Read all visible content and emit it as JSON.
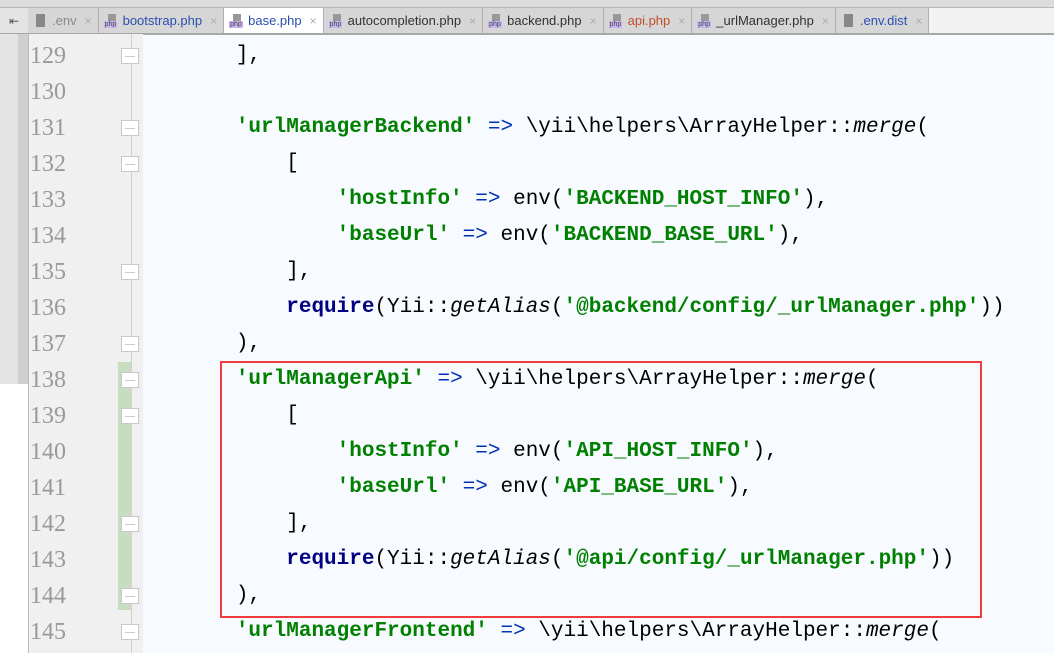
{
  "tabs": [
    {
      "label": ".env",
      "icon": "text-file-icon",
      "color": "#888888"
    },
    {
      "label": "bootstrap.php",
      "icon": "php-file-icon",
      "color": "#2a4fb0"
    },
    {
      "label": "base.php",
      "icon": "php-file-icon",
      "color": "#2a4fb0",
      "active": true
    },
    {
      "label": "autocompletion.php",
      "icon": "php-file-icon",
      "color": "#333333"
    },
    {
      "label": "backend.php",
      "icon": "php-file-icon",
      "color": "#333333"
    },
    {
      "label": "api.php",
      "icon": "php-file-icon",
      "color": "#c0502a"
    },
    {
      "label": "_urlManager.php",
      "icon": "php-file-icon",
      "color": "#333333"
    },
    {
      "label": ".env.dist",
      "icon": "text-file-icon",
      "color": "#2a4fb0"
    }
  ],
  "close_glyph": "×",
  "pin_glyph": "⇤",
  "lines": [
    {
      "n": "129",
      "fold": true,
      "t": [
        [
          "        ],",
          "p"
        ]
      ]
    },
    {
      "n": "130",
      "fold": false,
      "t": []
    },
    {
      "n": "131",
      "fold": true,
      "t": [
        [
          "        ",
          "p"
        ],
        [
          "'urlManagerBackend'",
          "s"
        ],
        [
          " => ",
          "o"
        ],
        [
          "\\yii\\helpers\\ArrayHelper::",
          "p"
        ],
        [
          "merge",
          "i"
        ],
        [
          "(",
          "p"
        ]
      ]
    },
    {
      "n": "132",
      "fold": true,
      "t": [
        [
          "            [",
          "p"
        ]
      ]
    },
    {
      "n": "133",
      "fold": false,
      "t": [
        [
          "                ",
          "p"
        ],
        [
          "'hostInfo'",
          "s"
        ],
        [
          " => ",
          "o"
        ],
        [
          "env(",
          "p"
        ],
        [
          "'BACKEND_HOST_INFO'",
          "s"
        ],
        [
          "),",
          "p"
        ]
      ]
    },
    {
      "n": "134",
      "fold": false,
      "t": [
        [
          "                ",
          "p"
        ],
        [
          "'baseUrl'",
          "s"
        ],
        [
          " => ",
          "o"
        ],
        [
          "env(",
          "p"
        ],
        [
          "'BACKEND_BASE_URL'",
          "s"
        ],
        [
          "),",
          "p"
        ]
      ]
    },
    {
      "n": "135",
      "fold": true,
      "t": [
        [
          "            ],",
          "p"
        ]
      ]
    },
    {
      "n": "136",
      "fold": false,
      "t": [
        [
          "            ",
          "p"
        ],
        [
          "require",
          "k"
        ],
        [
          "(Yii::",
          "p"
        ],
        [
          "getAlias",
          "i"
        ],
        [
          "(",
          "p"
        ],
        [
          "'@backend/config/_urlManager.php'",
          "s"
        ],
        [
          "))",
          "p"
        ]
      ]
    },
    {
      "n": "137",
      "fold": true,
      "t": [
        [
          "        ),",
          "p"
        ]
      ]
    },
    {
      "n": "138",
      "fold": true,
      "t": [
        [
          "        ",
          "p"
        ],
        [
          "'urlManagerApi'",
          "s"
        ],
        [
          " => ",
          "o"
        ],
        [
          "\\yii\\helpers\\ArrayHelper::",
          "p"
        ],
        [
          "merge",
          "i"
        ],
        [
          "(",
          "p"
        ]
      ]
    },
    {
      "n": "139",
      "fold": true,
      "t": [
        [
          "            [",
          "p"
        ]
      ]
    },
    {
      "n": "140",
      "fold": false,
      "t": [
        [
          "                ",
          "p"
        ],
        [
          "'hostInfo'",
          "s"
        ],
        [
          " => ",
          "o"
        ],
        [
          "env(",
          "p"
        ],
        [
          "'API_HOST_INFO'",
          "s"
        ],
        [
          "),",
          "p"
        ]
      ]
    },
    {
      "n": "141",
      "fold": false,
      "t": [
        [
          "                ",
          "p"
        ],
        [
          "'baseUrl'",
          "s"
        ],
        [
          " => ",
          "o"
        ],
        [
          "env(",
          "p"
        ],
        [
          "'API_BASE_URL'",
          "s"
        ],
        [
          "),",
          "p"
        ]
      ]
    },
    {
      "n": "142",
      "fold": true,
      "t": [
        [
          "            ],",
          "p"
        ]
      ]
    },
    {
      "n": "143",
      "fold": false,
      "t": [
        [
          "            ",
          "p"
        ],
        [
          "require",
          "k"
        ],
        [
          "(Yii::",
          "p"
        ],
        [
          "getAlias",
          "i"
        ],
        [
          "(",
          "p"
        ],
        [
          "'@api/config/_urlManager.php'",
          "s"
        ],
        [
          "))",
          "p"
        ]
      ]
    },
    {
      "n": "144",
      "fold": true,
      "t": [
        [
          "        ),",
          "p"
        ]
      ]
    },
    {
      "n": "145",
      "fold": true,
      "t": [
        [
          "        ",
          "p"
        ],
        [
          "'urlManagerFrontend'",
          "s"
        ],
        [
          " => ",
          "o"
        ],
        [
          "\\yii\\helpers\\ArrayHelper::",
          "p"
        ],
        [
          "merge",
          "i"
        ],
        [
          "(",
          "p"
        ]
      ]
    }
  ]
}
